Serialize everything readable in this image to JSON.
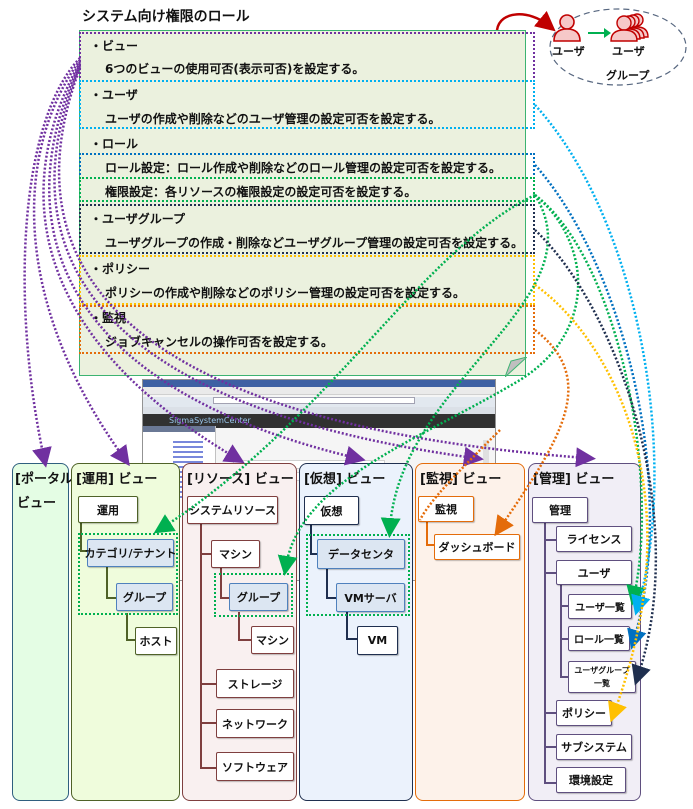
{
  "title": "システム向け権限のロール",
  "note": {
    "rows": [
      {
        "text": "・ビュー",
        "type": "head"
      },
      {
        "text": "6つのビューの使用可否(表示可否)を設定する。",
        "type": "sub"
      },
      {
        "text": "・ユーザ",
        "type": "head"
      },
      {
        "text": "ユーザの作成や削除などのユーザ管理の設定可否を設定する。",
        "type": "sub"
      },
      {
        "text": "・ロール",
        "type": "head"
      },
      {
        "text": "ロール設定：ロール作成や削除などのロール管理の設定可否を設定する。",
        "type": "sub"
      },
      {
        "text": "権限設定：各リソースの権限設定の設定可否を設定する。",
        "type": "sub"
      },
      {
        "text": "・ユーザグループ",
        "type": "head"
      },
      {
        "text": "ユーザグループの作成・削除などユーザグループ管理の設定可否を設定する。",
        "type": "sub"
      },
      {
        "text": "・ポリシー",
        "type": "head"
      },
      {
        "text": "ポリシーの作成や削除などのポリシー管理の設定可否を設定する。",
        "type": "sub"
      },
      {
        "text": "・監視",
        "type": "head"
      },
      {
        "text": "ジョブキャンセルの操作可否を設定する。",
        "type": "sub"
      }
    ]
  },
  "user_group": {
    "user_label": "ユーザ",
    "group_user_label": "ユーザ",
    "group_label": "グループ"
  },
  "colors": {
    "view": "#7030a0",
    "user": "#00b0f0",
    "role": "#0070c0",
    "permission": "#00b050",
    "usergroup": "#1f2f4f",
    "policy": "#ffc000",
    "monitor": "#e46c0a",
    "note_fill": "#ebf1de",
    "note_border": "#3cb371",
    "user_icon": "#c00000"
  },
  "panels": {
    "portal": {
      "title1": "[ポータル]",
      "title2": "ビュー"
    },
    "ops": {
      "title": "[運用] ビュー",
      "nodes": [
        "運用",
        "カテゴリ/テナント",
        "グループ",
        "ホスト"
      ]
    },
    "resource": {
      "title": "[リソース] ビュー",
      "nodes": [
        "システムリソース",
        "マシン",
        "グループ",
        "マシン",
        "ストレージ",
        "ネットワーク",
        "ソフトウェア"
      ]
    },
    "virtual": {
      "title": "[仮想] ビュー",
      "nodes": [
        "仮想",
        "データセンタ",
        "VMサーバ",
        "VM"
      ]
    },
    "monitor": {
      "title": "[監視] ビュー",
      "nodes": [
        "監視",
        "ダッシュボード"
      ]
    },
    "admin": {
      "title": "[管理] ビュー",
      "nodes": [
        "管理",
        "ライセンス",
        "ユーザ",
        "ユーザ一覧",
        "ロール一覧",
        "ユーザグループ",
        "一覧",
        "ポリシー",
        "サブシステム",
        "環境設定"
      ]
    }
  },
  "screenshot": {
    "app_name": "SigmaSystemCenter"
  }
}
